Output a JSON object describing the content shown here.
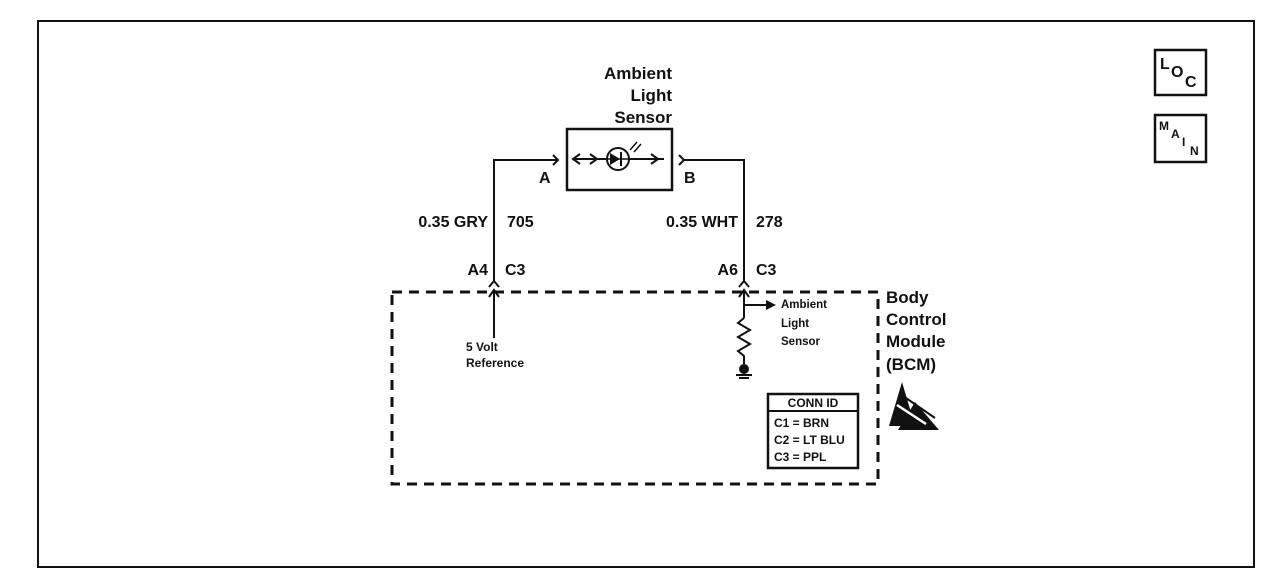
{
  "sensor": {
    "title": [
      "Ambient",
      "Light",
      "Sensor"
    ]
  },
  "pins": {
    "a": "A",
    "b": "B"
  },
  "wires": {
    "left": {
      "size_color": "0.35 GRY",
      "circuit": "705"
    },
    "right": {
      "size_color": "0.35 WHT",
      "circuit": "278"
    }
  },
  "connectors": {
    "left": {
      "pin": "A4",
      "conn": "C3"
    },
    "right": {
      "pin": "A6",
      "conn": "C3"
    }
  },
  "module": {
    "name": [
      "Body",
      "Control",
      "Module",
      "(BCM)"
    ]
  },
  "internal": {
    "ref": [
      "5 Volt",
      "Reference"
    ],
    "sensor": [
      "Ambient",
      "Light",
      "Sensor"
    ]
  },
  "conn_id": {
    "title": "CONN ID",
    "rows": [
      "C1 = BRN",
      "C2 = LT BLU",
      "C3 = PPL"
    ]
  },
  "nav": {
    "loc": {
      "l": "L",
      "o": "O",
      "c": "C"
    },
    "main": {
      "m": "M",
      "a": "A",
      "i": "I",
      "n": "N"
    }
  }
}
